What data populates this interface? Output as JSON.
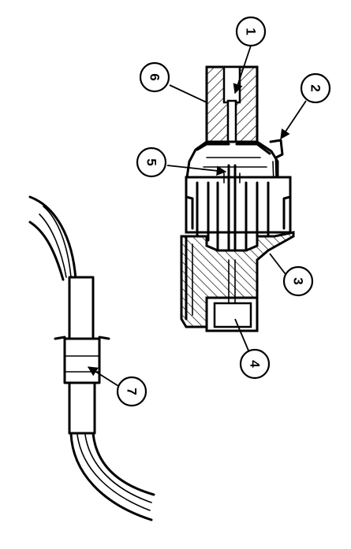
{
  "figure": {
    "callouts": [
      {
        "id": "1",
        "label": "1"
      },
      {
        "id": "2",
        "label": "2"
      },
      {
        "id": "3",
        "label": "3"
      },
      {
        "id": "4",
        "label": "4"
      },
      {
        "id": "5",
        "label": "5"
      },
      {
        "id": "6",
        "label": "6"
      },
      {
        "id": "7",
        "label": "7"
      }
    ],
    "colors": {
      "ink": "#000000",
      "paper": "#ffffff"
    }
  }
}
